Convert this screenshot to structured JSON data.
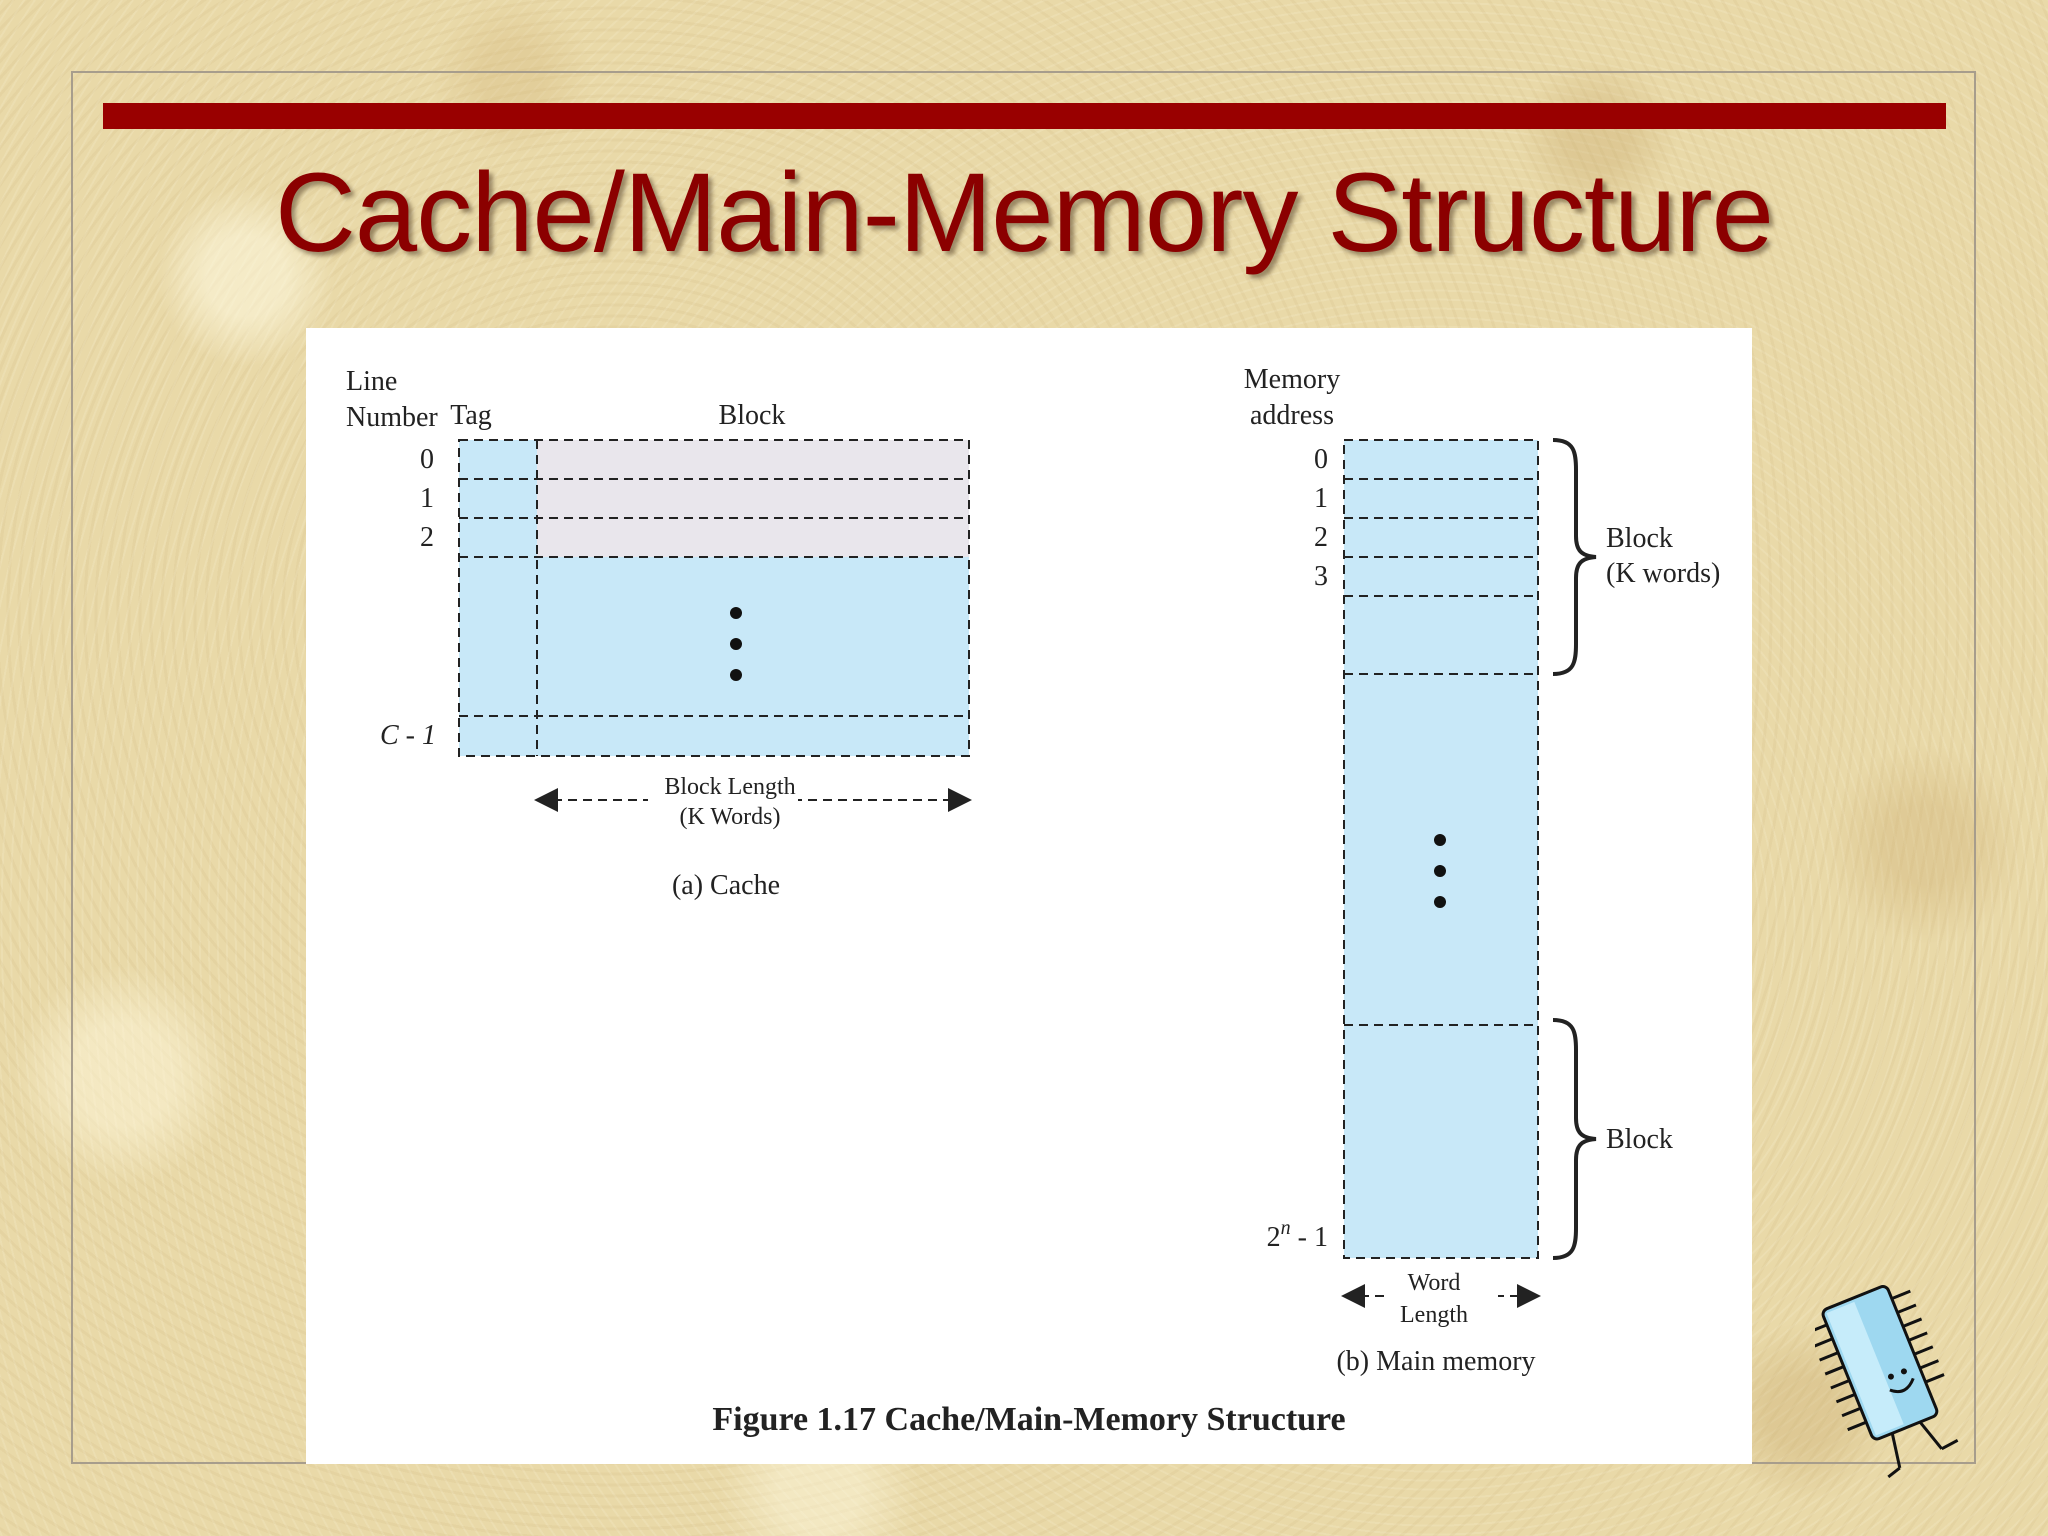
{
  "slide": {
    "title": "Cache/Main-Memory Structure"
  },
  "cache": {
    "line_number_header_1": "Line",
    "line_number_header_2": "Number",
    "tag_header": "Tag",
    "block_header": "Block",
    "line_labels": [
      "0",
      "1",
      "2"
    ],
    "last_line_label": "C - 1",
    "block_length_1": "Block Length",
    "block_length_2": "(K Words)",
    "caption": "(a) Cache"
  },
  "main_memory": {
    "address_header_1": "Memory",
    "address_header_2": "address",
    "address_labels": [
      "0",
      "1",
      "2",
      "3"
    ],
    "last_address_base": "2",
    "last_address_exp": "n",
    "last_address_tail": " - 1",
    "block_label_1": "Block",
    "block_label_2": "(K words)",
    "block_label_bottom": "Block",
    "word_length_1": "Word",
    "word_length_2": "Length",
    "caption": "(b) Main memory"
  },
  "figure_caption": "Figure 1.17  Cache/Main-Memory Structure",
  "colors": {
    "accent_bar": "#990000",
    "title": "#8b0000",
    "cell_blue": "#c8e8f8",
    "cell_grey": "#e9e6ec"
  },
  "mascot_icon": "memory-chip-mascot-icon"
}
